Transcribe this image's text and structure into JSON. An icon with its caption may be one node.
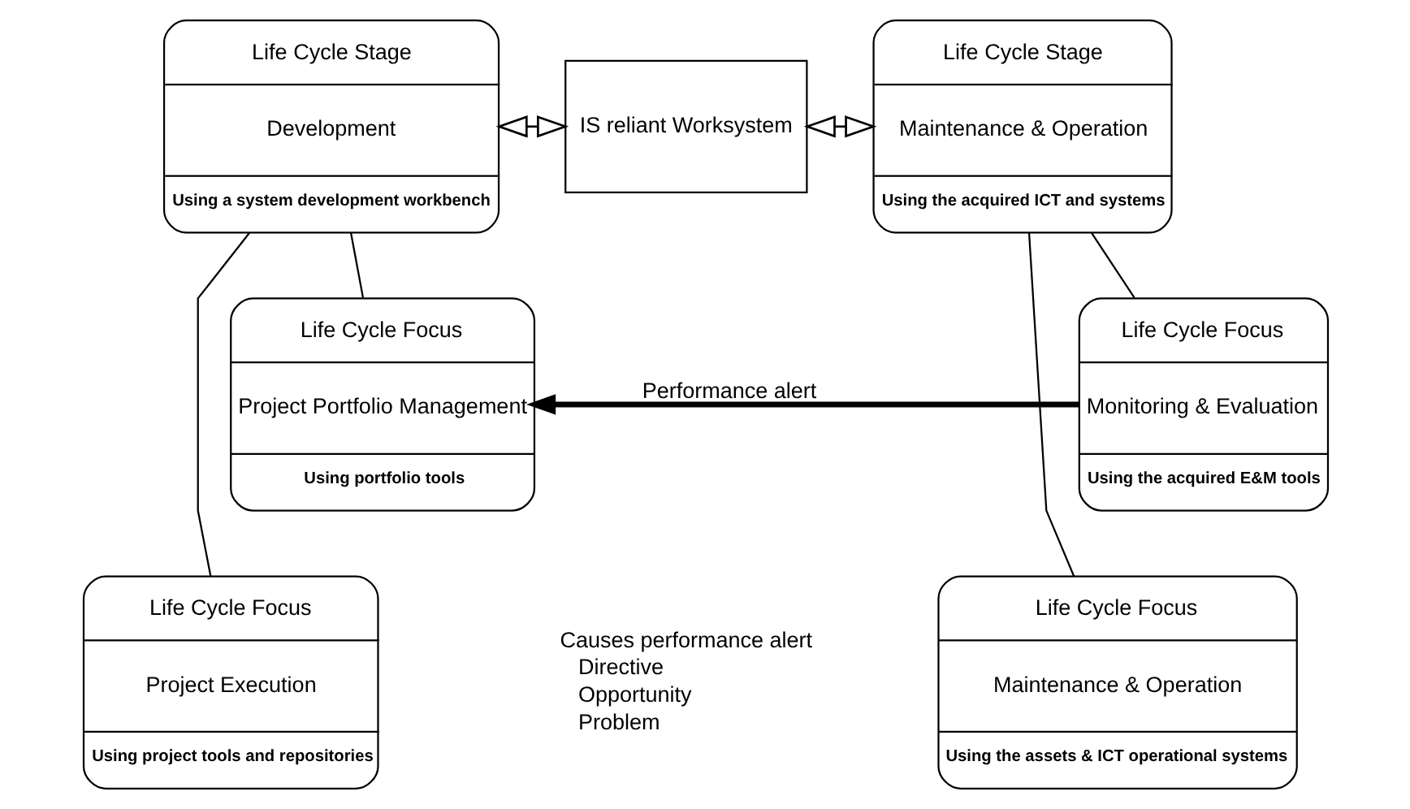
{
  "diagram": {
    "nodes": [
      {
        "text": [
          "Life Cycle Stage",
          "Development",
          "Using a system development workbench"
        ]
      },
      {
        "text": [
          "IS reliant Worksystem"
        ]
      },
      {
        "text": [
          "Life Cycle Stage",
          "Maintenance & Operation",
          "Using the acquired ICT and systems"
        ]
      },
      {
        "text": [
          "Life Cycle Focus",
          "Project Portfolio Management",
          "Using portfolio tools"
        ]
      },
      {
        "text": [
          "Life Cycle Focus",
          "Project Execution",
          "Using project tools and repositories"
        ]
      },
      {
        "text": [
          "Life Cycle Focus",
          "Monitoring & Evaluation",
          "Using the acquired E&M tools"
        ]
      },
      {
        "text": [
          "Life Cycle Focus",
          "Maintenance & Operation",
          "Using the assets & ICT operational systems"
        ]
      }
    ],
    "edges": [
      {
        "from": 0,
        "to": 1,
        "arrow": "both"
      },
      {
        "from": 1,
        "to": 2,
        "arrow": "both"
      },
      {
        "from": 0,
        "to": 3,
        "arrow": "none"
      },
      {
        "from": 0,
        "to": 4,
        "arrow": "none"
      },
      {
        "from": 2,
        "to": 5,
        "arrow": "none"
      },
      {
        "from": 2,
        "to": 6,
        "arrow": "none"
      },
      {
        "from": 5,
        "to": 3,
        "arrow": "to",
        "label": "Performance alert",
        "style": "thick"
      }
    ],
    "labels": [
      "Causes performance alert",
      "Directive",
      "Opportunity",
      "Problem"
    ]
  }
}
